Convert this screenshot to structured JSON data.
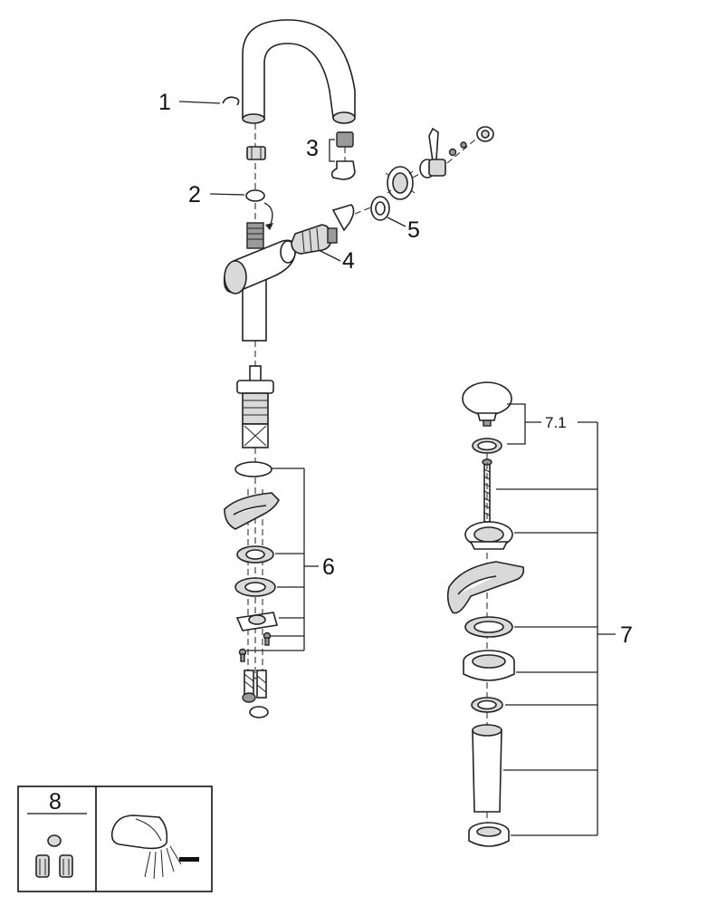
{
  "callouts": {
    "c1": "1",
    "c2": "2",
    "c3": "3",
    "c4": "4",
    "c5": "5",
    "c6": "6",
    "c7": "7",
    "c71": "7.1",
    "c8": "8"
  },
  "icons": {
    "aerator_spray": "aerator-spray-icon",
    "spare_nozzles": "spare-nozzle-icon"
  }
}
